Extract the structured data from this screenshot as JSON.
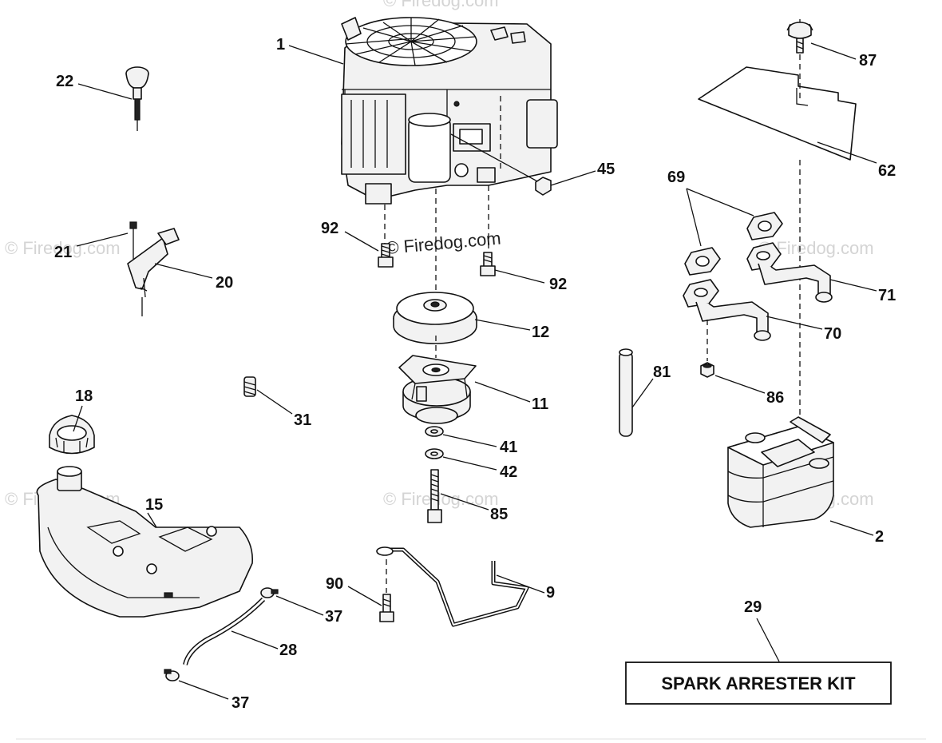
{
  "watermarks": [
    "© Firedog.com",
    "© Firedog.com",
    "© Firedog.com",
    "© Firedog.com",
    "© Firedog.com",
    "© Firedog.com",
    "© Firedog.com"
  ],
  "callouts": {
    "c1": "1",
    "c22": "22",
    "c45": "45",
    "c87": "87",
    "c62": "62",
    "c69": "69",
    "c92a": "92",
    "c92b": "92",
    "c21": "21",
    "c20": "20",
    "c71": "71",
    "c70": "70",
    "c12": "12",
    "c81": "81",
    "c11": "11",
    "c86": "86",
    "c18": "18",
    "c31": "31",
    "c41": "41",
    "c42": "42",
    "c15": "15",
    "c85": "85",
    "c2": "2",
    "c90": "90",
    "c9": "9",
    "c37a": "37",
    "c28": "28",
    "c29": "29",
    "c37b": "37"
  },
  "kit_label": "SPARK ARRESTER KIT",
  "icon_names": [
    "engine-icon",
    "bolt-icon",
    "nut-icon",
    "pulley-icon",
    "clutch-icon",
    "fuel-tank-icon",
    "muffler-icon"
  ]
}
